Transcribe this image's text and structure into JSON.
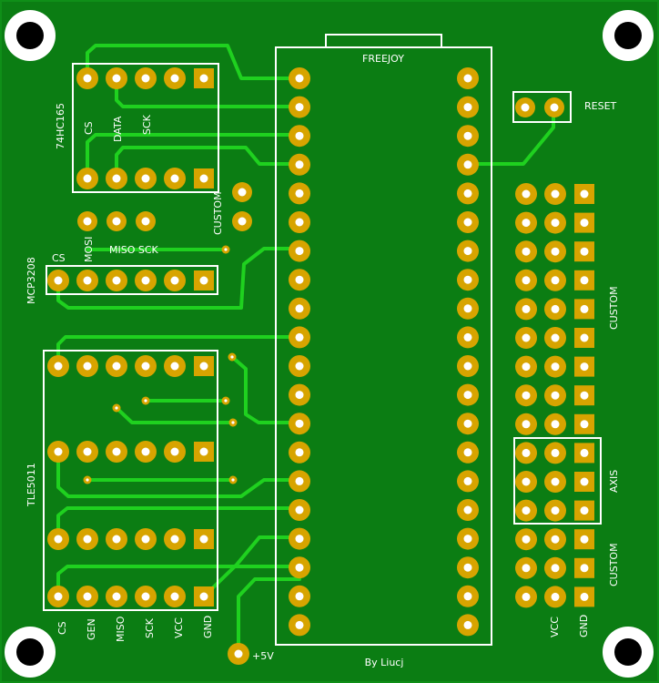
{
  "board": {
    "title": "FREEJOY",
    "author": "By Liucj",
    "power_label": "+5V",
    "reset_label": "RESET"
  },
  "modules": {
    "shift_register": {
      "name": "74HC165",
      "pin_labels": [
        "CS",
        "DATA",
        "SCK"
      ]
    },
    "adc": {
      "name": "MCP3208",
      "pin_labels": [
        "CS",
        "MOSI",
        "MISO SCK"
      ]
    },
    "sensor": {
      "name": "TLE5011",
      "pin_labels": [
        "CS",
        "GEN",
        "MISO",
        "SCK",
        "VCC",
        "GND"
      ]
    },
    "custom_small": {
      "name": "CUSTOM"
    }
  },
  "right_header": {
    "group_labels": [
      "CUSTOM",
      "AXIS",
      "CUSTOM"
    ],
    "column_labels": [
      "VCC",
      "GND"
    ]
  },
  "colors": {
    "board": "#0b7d13",
    "copper": "#1fd11f",
    "pad": "#d7a400",
    "silkscreen": "#ffffff",
    "hole": "#000000"
  }
}
